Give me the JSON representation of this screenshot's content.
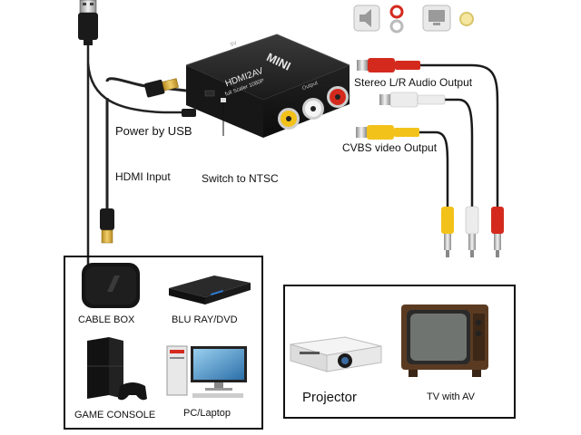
{
  "adapter": {
    "top_text": "MINI",
    "model": "HDMI2AV",
    "subtitle": "full Scaler 1080P",
    "port_output": "Output",
    "port_power": "5V"
  },
  "labels": {
    "power": "Power by USB",
    "hdmi_input": "HDMI Input",
    "switch": "Switch to NTSC",
    "audio": "Stereo L/R Audio Output",
    "video": "CVBS video Output"
  },
  "sources": {
    "cable_box": "CABLE BOX",
    "bluray": "BLU RAY/DVD",
    "console": "GAME CONSOLE",
    "pc": "PC/Laptop"
  },
  "displays": {
    "projector": "Projector",
    "tv": "TV with AV"
  },
  "icons": [
    "speaker-icon",
    "rca-audio-icon",
    "monitor-icon",
    "rca-video-icon"
  ],
  "colors": {
    "plug_red": "#d42a1e",
    "plug_white": "#e8e8e8",
    "plug_yellow": "#f2c21b",
    "gold": "#d6a93a",
    "adapter_body": "#1c1c1c"
  }
}
